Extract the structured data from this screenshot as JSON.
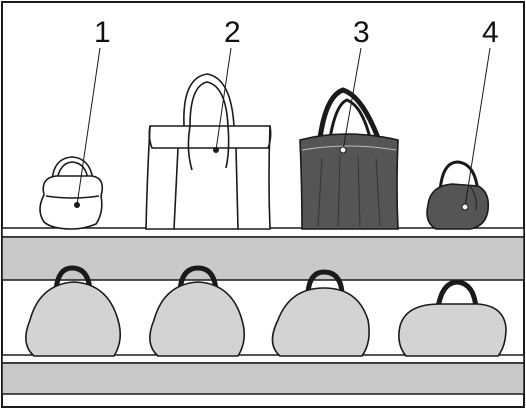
{
  "callouts": [
    {
      "label": "1"
    },
    {
      "label": "2"
    },
    {
      "label": "3"
    },
    {
      "label": "4"
    }
  ],
  "colors": {
    "outline": "#1a1a1a",
    "shelf": "#c9c9c9",
    "lower_bags": "#d3d3d3",
    "dark_bag": "#555555",
    "background": "#ffffff"
  },
  "icons": [
    "handbag-icon",
    "tote-icon",
    "drawstring-bag-icon",
    "bowling-bag-icon"
  ]
}
